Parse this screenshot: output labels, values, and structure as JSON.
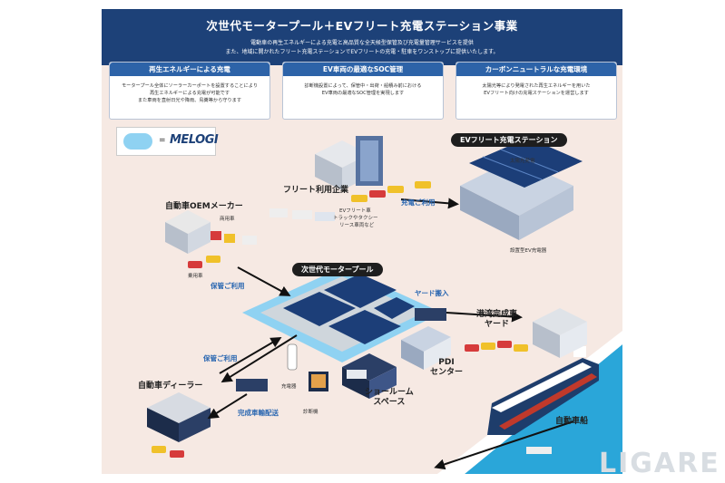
{
  "header": {
    "title": "次世代モータープール＋EVフリート充電ステーション事業",
    "line1": "電動車の再生エネルギーによる充電と高品質な全天候型保管及び充電量管理サービスを提供",
    "line2": "また、地域に開かれたフリート充電ステーションでEVフリートの充電・駐車をワンストップに提供いたします。"
  },
  "cards": [
    {
      "title": "再生エネルギーによる充電",
      "body": [
        "モータープール全体にソーラーカーポートを設置することにより",
        "再生エネルギーによる充電が可能です",
        "また車両を直射日光や降雨、鳥糞等から守ります"
      ]
    },
    {
      "title": "EV車両の最適なSOC管理",
      "body": [
        "診断機設置によって、保管中・出荷・船積み前における",
        "EV車両の最適なSOC管理を実現します"
      ]
    },
    {
      "title": "カーボンニュートラルな充電環境",
      "body": [
        "太陽光等により発電された再生エネルギーを用いた",
        "EVフリート向けの充電ステーションを運営します"
      ]
    }
  ],
  "legend": {
    "equals": "=",
    "logo": "MELOGI"
  },
  "labels": {
    "ev_station": "EVフリート充電ステーション",
    "solar": "太陽光発電",
    "charger_type": "設置型EV充電器",
    "fleet": "フリート利用企業",
    "fleet_note": [
      "EVフリート車",
      "トラックやタクシー",
      "リース車両など"
    ],
    "charge_use": "充電ご利用",
    "oem": "自動車OEMメーカー",
    "commercial": "商用車",
    "passenger": "乗用車",
    "storage_use1": "保管ご利用",
    "storage_use2": "保管ご利用",
    "pool": "次世代モータープール",
    "yard_in": "ヤード搬入",
    "port_yard": "港湾完成車\nヤード",
    "pdi": "PDI\nセンター",
    "dealer": "自動車ディーラー",
    "charger": "充電器",
    "diag": "診断機",
    "showroom": "ショールーム\nスペース",
    "delivery": "完成車輸配送",
    "ship": "自動車船"
  },
  "watermark": "LIGARE",
  "colors": {
    "navy": "#1d4178",
    "card_header": "#2d63a8",
    "accent_blue": "#2a67b1",
    "pool_blue": "#8fd2f2",
    "panel_bg": "#f6e9e3",
    "sea": "#2aa6d9"
  }
}
